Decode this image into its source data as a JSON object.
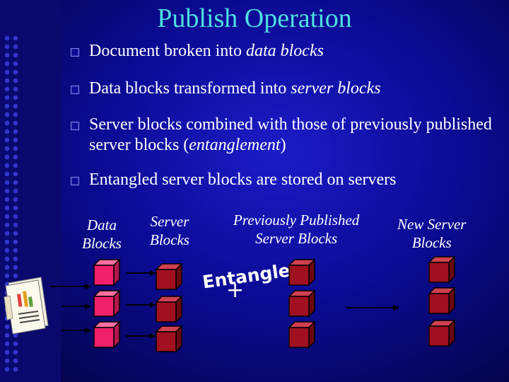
{
  "slide": {
    "title": "Publish Operation"
  },
  "bullets": [
    {
      "segments": [
        {
          "text": "Document broken into ",
          "italic": false
        },
        {
          "text": "data blocks",
          "italic": true
        }
      ]
    },
    {
      "segments": [
        {
          "text": "Data blocks transformed into ",
          "italic": false
        },
        {
          "text": "server blocks",
          "italic": true
        }
      ]
    },
    {
      "segments": [
        {
          "text": "Server blocks combined with those of previously published server blocks (",
          "italic": false
        },
        {
          "text": "entanglement",
          "italic": true
        },
        {
          "text": ")",
          "italic": false
        }
      ]
    },
    {
      "segments": [
        {
          "text": "Entangled server blocks are stored on servers",
          "italic": false
        }
      ]
    }
  ],
  "diagram": {
    "labels": {
      "data_blocks": [
        "Data",
        "Blocks"
      ],
      "server_blocks": [
        "Server",
        "Blocks"
      ],
      "previously_published": [
        "Previously Published",
        "Server Blocks"
      ],
      "new_server_blocks": [
        "New Server",
        "Blocks"
      ]
    },
    "entangle_word": "Entangle",
    "plus": "+",
    "colors": {
      "data_cube_front": "#f0206a",
      "data_cube_top": "#ff6fa0",
      "data_cube_side": "#b3154c",
      "server_cube_front": "#a01020",
      "server_cube_top": "#d04050",
      "server_cube_side": "#6a0810",
      "edge": "#000000"
    },
    "icons": {
      "document": "document-chart-icon"
    }
  }
}
